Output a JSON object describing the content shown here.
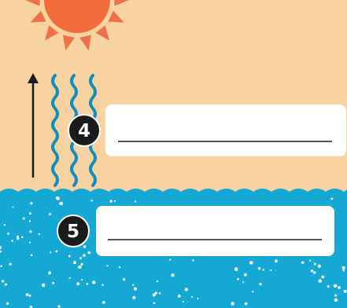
{
  "scene": {
    "sky_color": "#f8d2a1",
    "water_color": "#16a8d4",
    "sun_color": "#f26b3d",
    "sun_ray_color": "#f0704a",
    "vapor_color": "#0f8fbf",
    "arrow_color": "#1b1b1b",
    "speckle_color": "#ffffff",
    "icon": "evaporation-diagram"
  },
  "markers": [
    {
      "number": "4",
      "answer": ""
    },
    {
      "number": "5",
      "answer": ""
    }
  ]
}
